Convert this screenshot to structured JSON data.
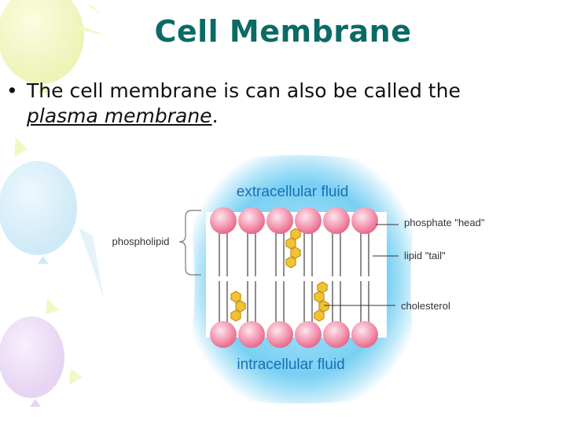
{
  "slide": {
    "title": "Cell Membrane",
    "bullet": {
      "symbol": "•",
      "text_part1": "The cell membrane is can also be called the",
      "term": "plasma membrane",
      "text_end": "."
    }
  },
  "diagram": {
    "top_label": "extracellular fluid",
    "bottom_label": "intracellular fluid",
    "left_label": "phospholipid",
    "callouts": {
      "head": "phosphate \"head\"",
      "tail": "lipid \"tail\"",
      "cholesterol": "cholesterol"
    }
  },
  "colors": {
    "title": "#0b6b64",
    "fluid": "#5ec8f0",
    "head": "#f07a9a",
    "tail": "#555555",
    "cholesterol": "#f2c230",
    "label": "#1a6fb5"
  }
}
